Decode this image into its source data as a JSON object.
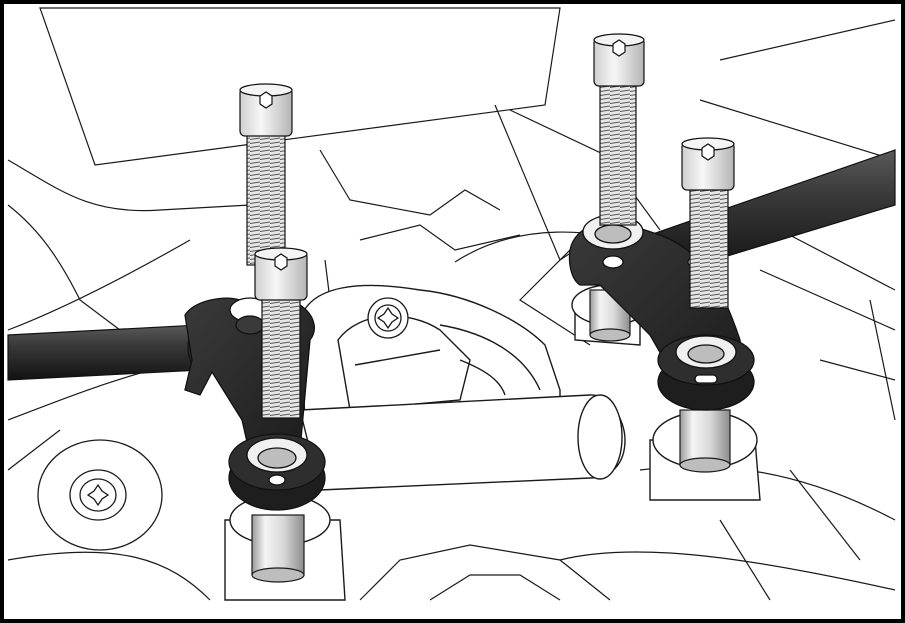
{
  "figure": {
    "frame_color": "#000000",
    "line_color": "#1a1a1a",
    "background_color": "#ffffff",
    "dark_part_color": "#2b2b2b",
    "metal_light_color": "#f2f2f2",
    "metal_mid_color": "#cfcfcf"
  },
  "parts": {
    "bolts": [
      "socket-head-bolt-icon",
      "socket-head-bolt-icon",
      "socket-head-bolt-icon",
      "socket-head-bolt-icon"
    ],
    "screws": [
      "torx-screw-icon",
      "torx-screw-icon"
    ],
    "bracket_count": 2,
    "spacer_count": 2,
    "rod_count": 2
  }
}
